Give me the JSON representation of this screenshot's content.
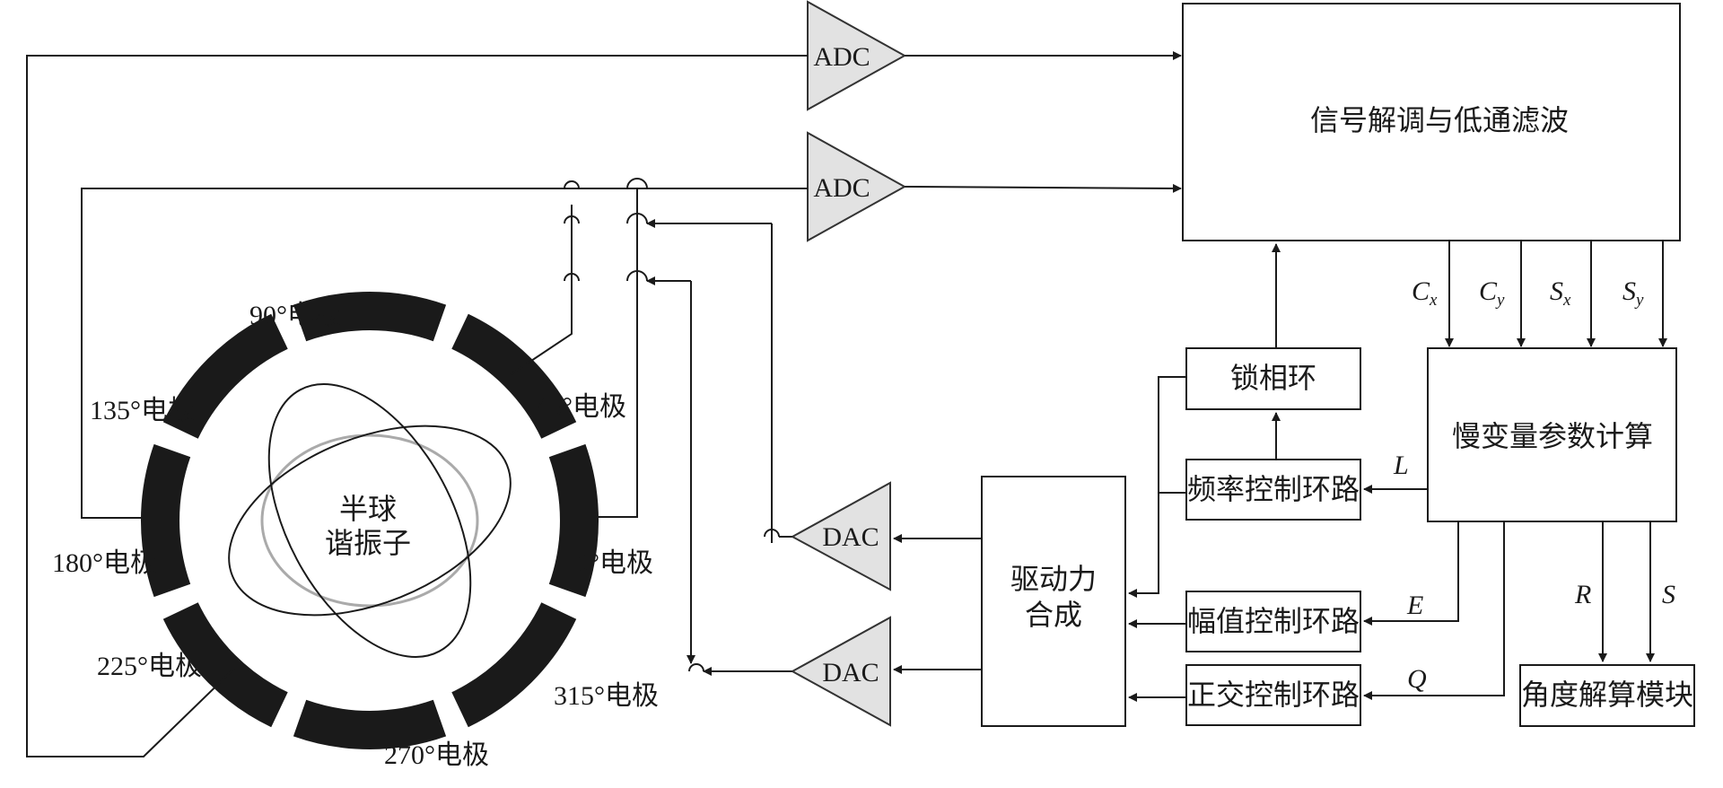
{
  "diagram": {
    "electrodes": {
      "deg0": "0°电极",
      "deg45": "45°电极",
      "deg90": "90°电极",
      "deg135": "135°电极",
      "deg180": "180°电极",
      "deg225": "225°电极",
      "deg270": "270°电极",
      "deg315": "315°电极"
    },
    "resonator": {
      "line1": "半球",
      "line2": "谐振子"
    },
    "converters": {
      "adc": "ADC",
      "dac": "DAC"
    },
    "blocks": {
      "demod": "信号解调与低通滤波",
      "slow_var": "慢变量参数计算",
      "pll": "锁相环",
      "freq_loop": "频率控制环路",
      "amp_loop": "幅值控制环路",
      "quad_loop": "正交控制环路",
      "drive_line1": "驱动力",
      "drive_line2": "合成",
      "angle": "角度解算模块"
    },
    "signals": {
      "cx_main": "C",
      "cx_sub": "x",
      "cy_main": "C",
      "cy_sub": "y",
      "sx_main": "S",
      "sx_sub": "x",
      "sy_main": "S",
      "sy_sub": "y",
      "L": "L",
      "E": "E",
      "Q": "Q",
      "R": "R",
      "S": "S"
    }
  }
}
